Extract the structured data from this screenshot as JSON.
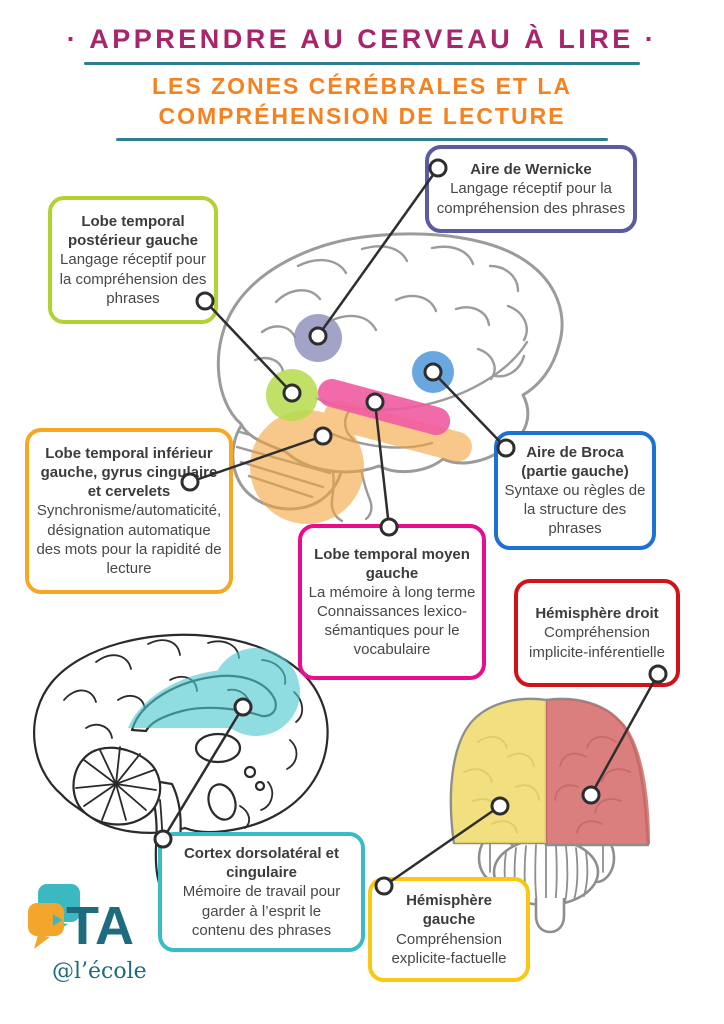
{
  "header": {
    "title": "· APPRENDRE AU CERVEAU À LIRE ·",
    "title_color": "#a8256c",
    "subtitle_line1": "LES ZONES CÉRÉBRALES ET LA",
    "subtitle_line2": "COMPRÉHENSION DE LECTURE",
    "subtitle_color": "#f5821f",
    "rule_color": "#2f7e8f"
  },
  "callouts": {
    "wernicke": {
      "title": "Aire de Wernicke",
      "body": "Langage réceptif pour la\ncompréhension des phrases",
      "border_color": "#5b5b9f"
    },
    "posterior_temporal": {
      "title": "Lobe temporal\npostérieur gauche",
      "body": "Langage réceptif pour\nla compréhension des\nphrases",
      "border_color": "#b2d234"
    },
    "inferior_temporal": {
      "title": "Lobe temporal inférieur\ngauche, gyrus cingulaire\net cervelets",
      "body": "Synchronisme/automaticité,\ndésignation automatique\ndes mots pour la rapidité de\nlecture",
      "border_color": "#f7a823"
    },
    "broca": {
      "title": "Aire de Broca\n(partie gauche)",
      "body": "Syntaxe ou règles de\nla structure des\nphrases",
      "border_color": "#1d70d4"
    },
    "middle_temporal": {
      "title": "Lobe temporal moyen\ngauche",
      "body": "La mémoire à long terme\nConnaissances lexico-\nsémantiques pour le\nvocabulaire",
      "border_color": "#e80d8c"
    },
    "right_hemisphere": {
      "title": "Hémisphère droit",
      "body": "Compréhension\nimplicite-inférentielle",
      "border_color": "#cf1317"
    },
    "dorsolateral_cortex": {
      "title": "Cortex dorsolatéral et\ncingulaire",
      "body": "Mémoire de travail pour\ngarder à l’esprit le\ncontenu des phrases",
      "border_color": "#39bcc5"
    },
    "left_hemisphere": {
      "title": "Hémisphère\ngauche",
      "body": "Compréhension\nexplicite-factuelle",
      "border_color": "#fac712"
    }
  },
  "regions": {
    "wernicke": "#8a8db9",
    "posterior_temporal": "#b5da4e",
    "broca": "#5096db",
    "middle_temporal": "#ef5ba1",
    "inferior_temporal": "#f3a53c",
    "cingulate": "#4cc7cf",
    "left_hemisphere": "#efd964",
    "right_hemisphere": "#d36262"
  },
  "logo": {
    "acronym": "TA",
    "tagline": "@l’école",
    "teal": "#3bb9c0",
    "orange": "#f4a52c",
    "text_color": "#1e6b7d"
  }
}
